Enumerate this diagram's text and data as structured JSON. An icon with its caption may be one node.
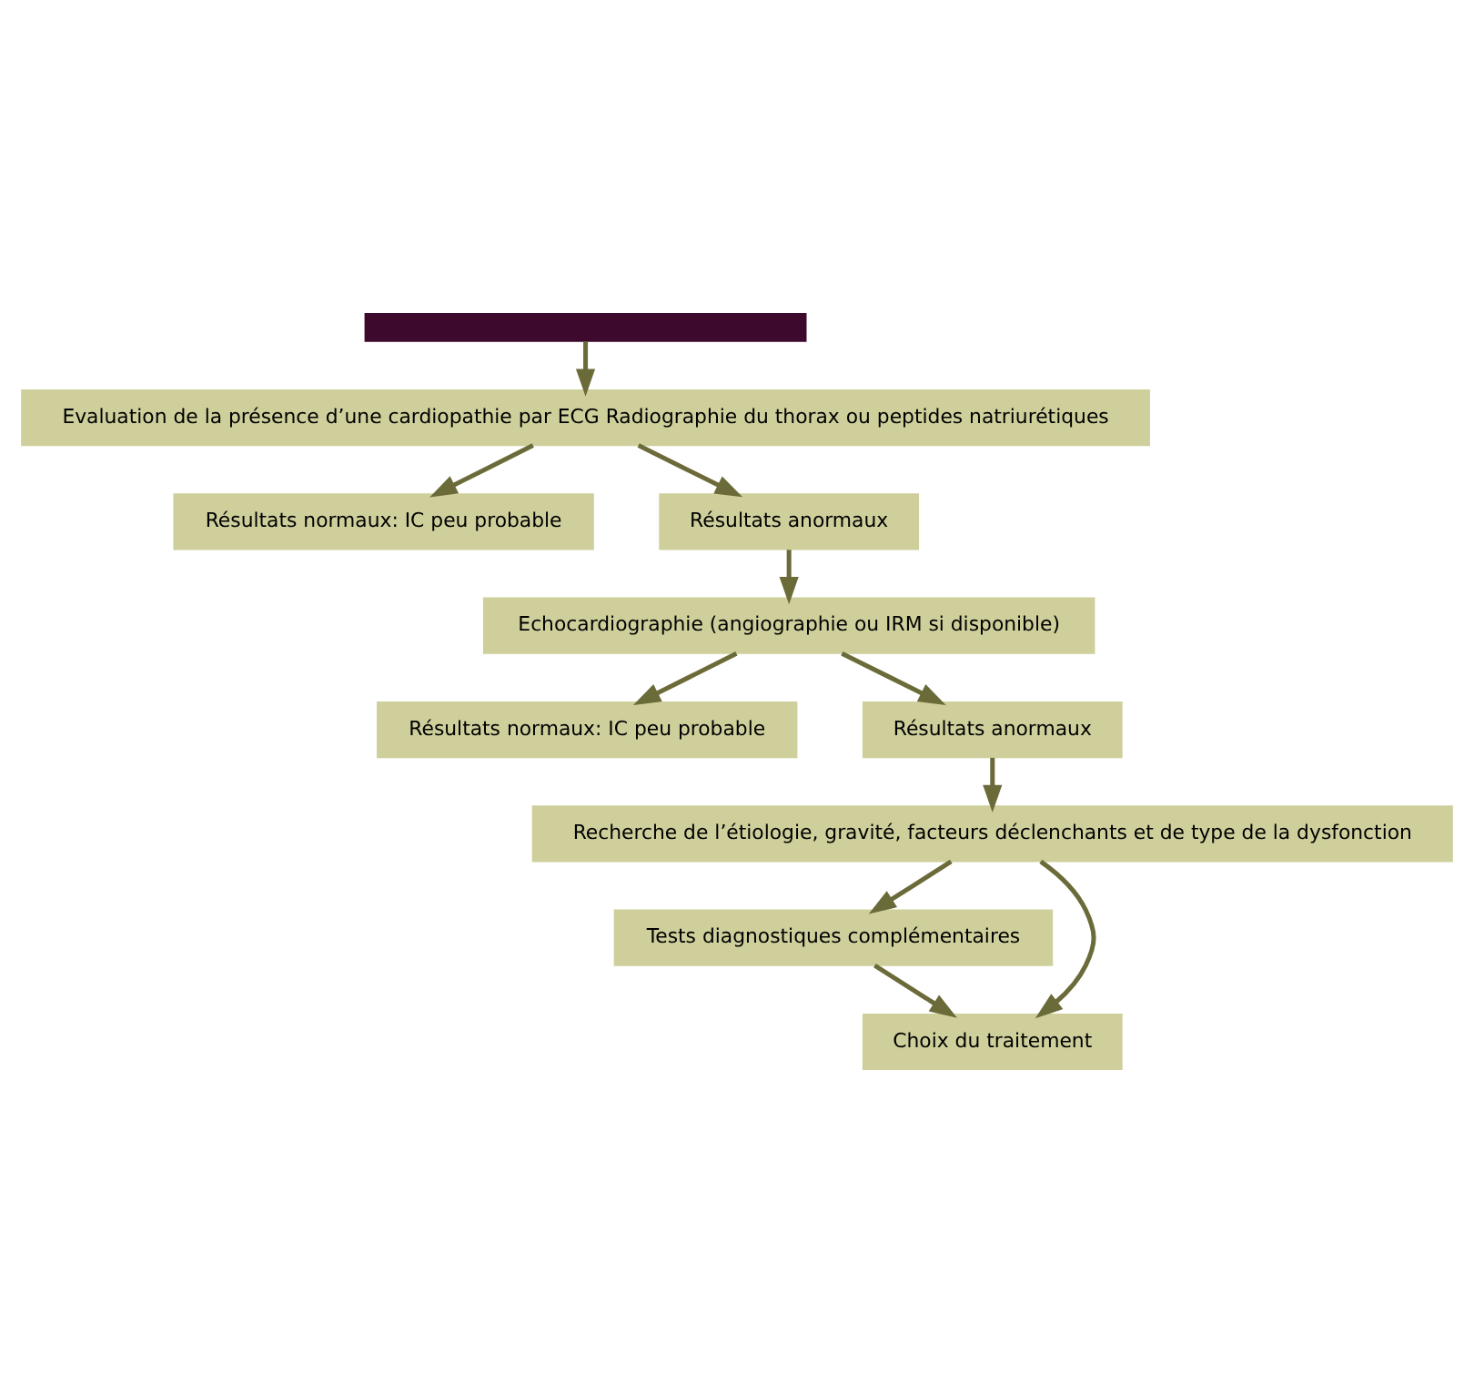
{
  "diagram": {
    "nodes": [
      {
        "text": [],
        "shape": "bar"
      },
      {
        "text": [
          "Evaluation de la présence d’une cardiopathie par ECG Radiographie du thorax ou peptides natriurétiques"
        ]
      },
      {
        "text": [
          "Résultats normaux: IC peu probable"
        ]
      },
      {
        "text": [
          "Résultats anormaux"
        ]
      },
      {
        "text": [
          "Echocardiographie (angiographie ou IRM si disponible)"
        ]
      },
      {
        "text": [
          "Résultats normaux: IC peu probable"
        ]
      },
      {
        "text": [
          "Résultats anormaux"
        ]
      },
      {
        "text": [
          "Recherche de l’étiologie, gravité, facteurs déclenchants et de type de la dysfonction"
        ]
      },
      {
        "text": [
          "Tests diagnostiques complémentaires"
        ]
      },
      {
        "text": [
          "Choix du traitement"
        ]
      }
    ],
    "edges": [
      {
        "from": 0,
        "to": 1,
        "arrow": "to"
      },
      {
        "from": 1,
        "to": 2,
        "arrow": "to"
      },
      {
        "from": 1,
        "to": 3,
        "arrow": "to"
      },
      {
        "from": 3,
        "to": 4,
        "arrow": "to"
      },
      {
        "from": 4,
        "to": 5,
        "arrow": "to"
      },
      {
        "from": 4,
        "to": 6,
        "arrow": "to"
      },
      {
        "from": 6,
        "to": 7,
        "arrow": "to"
      },
      {
        "from": 7,
        "to": 8,
        "arrow": "to"
      },
      {
        "from": 7,
        "to": 9,
        "arrow": "to"
      },
      {
        "from": 8,
        "to": 9,
        "arrow": "to"
      }
    ]
  }
}
